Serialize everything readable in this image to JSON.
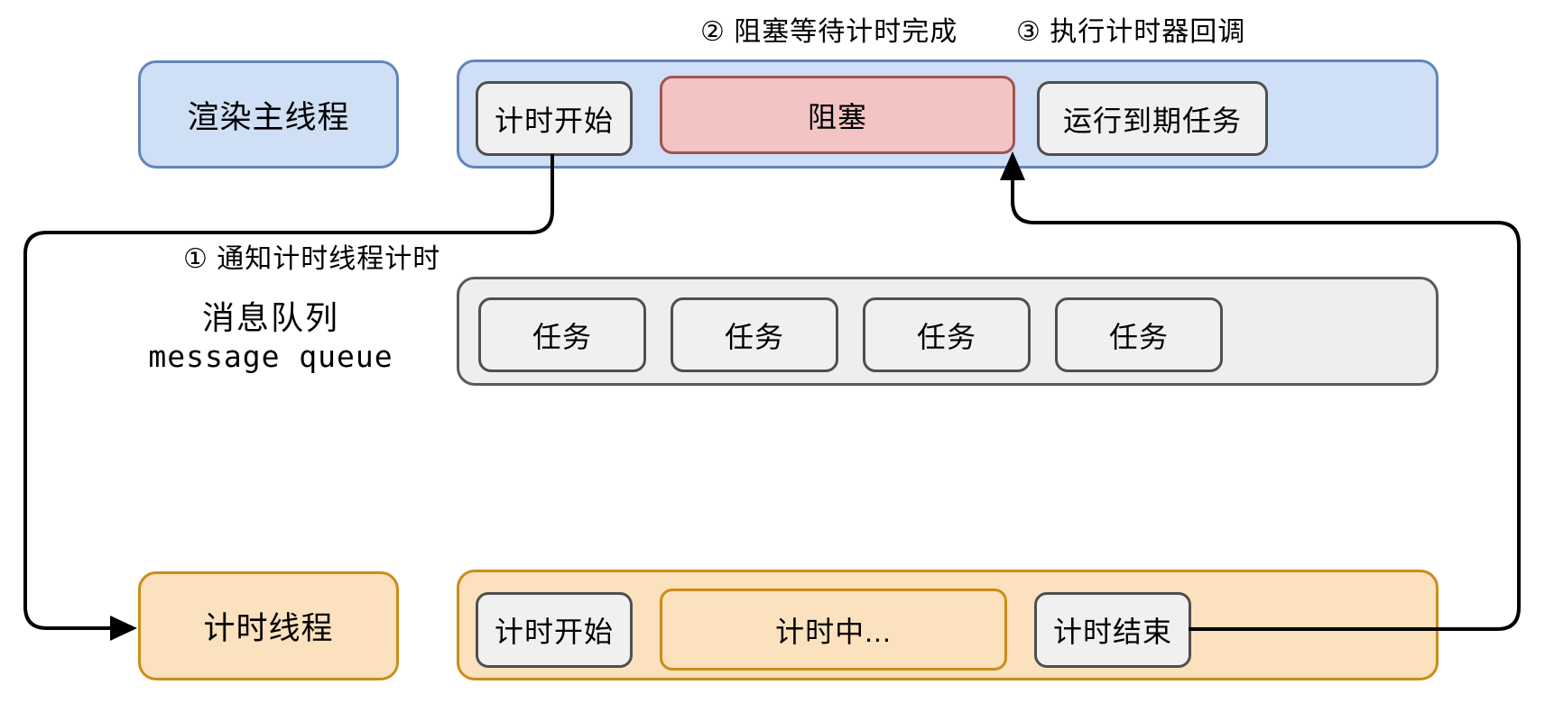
{
  "annotations": {
    "step1": "① 通知计时线程计时",
    "step2": "② 阻塞等待计时完成",
    "step3": "③ 执行计时器回调"
  },
  "main_thread": {
    "label": "渲染主线程",
    "blocks": [
      {
        "label": "计时开始",
        "variant": "gray"
      },
      {
        "label": "阻塞",
        "variant": "red"
      },
      {
        "label": "运行到期任务",
        "variant": "gray"
      }
    ]
  },
  "message_queue": {
    "label_zh": "消息队列",
    "label_en": "message queue",
    "tasks": [
      "任务",
      "任务",
      "任务",
      "任务"
    ]
  },
  "timer_thread": {
    "label": "计时线程",
    "blocks": [
      {
        "label": "计时开始",
        "variant": "gray"
      },
      {
        "label": "计时中...",
        "variant": "orange"
      },
      {
        "label": "计时结束",
        "variant": "gray"
      }
    ]
  },
  "colors": {
    "blue_fill": "#cfdff5",
    "blue_border": "#6285bb",
    "red_fill": "#f2c4c4",
    "red_border": "#a35252",
    "gray_fill": "#f0f0f0",
    "gray_border": "#4f4f4f",
    "gray_container_fill": "#eeeeee",
    "gray_container_border": "#5a5a5a",
    "orange_fill": "#fbe1bd",
    "orange_border": "#ca8d18",
    "line_color": "#000000",
    "text_color": "#000000"
  }
}
